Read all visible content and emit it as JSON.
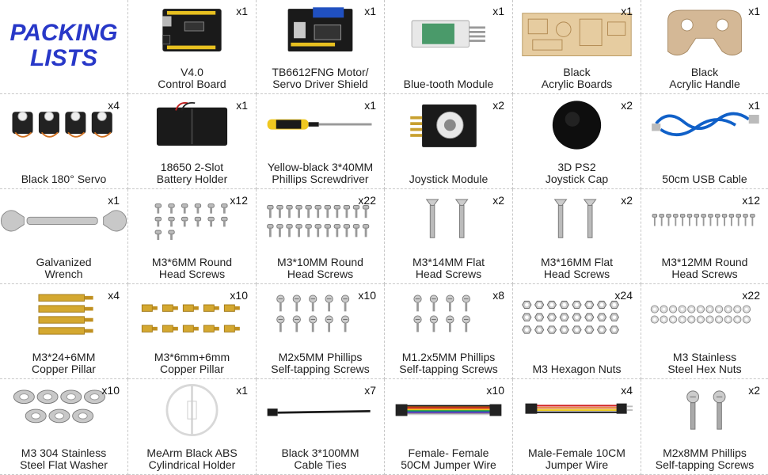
{
  "title": "PACKING\nLISTS",
  "items": [
    {
      "qty": "x1",
      "label": "V4.0\nControl Board",
      "icon": "control-board"
    },
    {
      "qty": "x1",
      "label": "TB6612FNG Motor/\nServo Driver Shield",
      "icon": "driver-shield"
    },
    {
      "qty": "x1",
      "label": "Blue-tooth Module",
      "icon": "bluetooth-module"
    },
    {
      "qty": "x1",
      "label": "Black\nAcrylic Boards",
      "icon": "acrylic-boards"
    },
    {
      "qty": "x1",
      "label": "Black\nAcrylic Handle",
      "icon": "acrylic-handle"
    },
    {
      "qty": "x4",
      "label": "Black 180° Servo",
      "icon": "servo"
    },
    {
      "qty": "x1",
      "label": "18650 2-Slot\nBattery Holder",
      "icon": "battery-holder"
    },
    {
      "qty": "x1",
      "label": "Yellow-black 3*40MM\nPhillips Screwdriver",
      "icon": "screwdriver"
    },
    {
      "qty": "x2",
      "label": "Joystick Module",
      "icon": "joystick-module"
    },
    {
      "qty": "x2",
      "label": "3D PS2\nJoystick Cap",
      "icon": "joystick-cap"
    },
    {
      "qty": "x1",
      "label": "50cm USB Cable",
      "icon": "usb-cable"
    },
    {
      "qty": "x1",
      "label": "Galvanized\nWrench",
      "icon": "wrench"
    },
    {
      "qty": "x12",
      "label": "M3*6MM Round\nHead Screws",
      "icon": "screws-small"
    },
    {
      "qty": "x22",
      "label": "M3*10MM Round\nHead Screws",
      "icon": "screws-many"
    },
    {
      "qty": "x2",
      "label": "M3*14MM Flat\nHead Screws",
      "icon": "flat-screws"
    },
    {
      "qty": "x2",
      "label": "M3*16MM Flat\nHead Screws",
      "icon": "flat-screws"
    },
    {
      "qty": "x12",
      "label": "M3*12MM Round\nHead Screws",
      "icon": "screws-row"
    },
    {
      "qty": "x4",
      "label": "M3*24+6MM\nCopper Pillar",
      "icon": "copper-pillar-long"
    },
    {
      "qty": "x10",
      "label": "M3*6mm+6mm\nCopper Pillar",
      "icon": "copper-pillar-short"
    },
    {
      "qty": "x10",
      "label": "M2x5MM Phillips\nSelf-tapping Screws",
      "icon": "self-tap-screws"
    },
    {
      "qty": "x8",
      "label": "M1.2x5MM Phillips\nSelf-tapping Screws",
      "icon": "self-tap-screws-small"
    },
    {
      "qty": "x24",
      "label": "M3 Hexagon Nuts",
      "icon": "hex-nuts"
    },
    {
      "qty": "x22",
      "label": "M3 Stainless\nSteel Hex Nuts",
      "icon": "steel-hex-nuts"
    },
    {
      "qty": "x10",
      "label": "M3 304 Stainless\nSteel Flat Washer",
      "icon": "washers"
    },
    {
      "qty": "x1",
      "label": "MeArm Black ABS\nCylindrical Holder",
      "icon": "cylindrical-holder"
    },
    {
      "qty": "x7",
      "label": "Black 3*100MM\nCable Ties",
      "icon": "cable-tie"
    },
    {
      "qty": "x10",
      "label": "Female- Female\n50CM Jumper Wire",
      "icon": "jumper-wire-ff"
    },
    {
      "qty": "x4",
      "label": "Male-Female 10CM\nJumper Wire",
      "icon": "jumper-wire-mf"
    },
    {
      "qty": "x2",
      "label": "M2x8MM Phillips\nSelf-tapping Screws",
      "icon": "long-screws"
    }
  ]
}
